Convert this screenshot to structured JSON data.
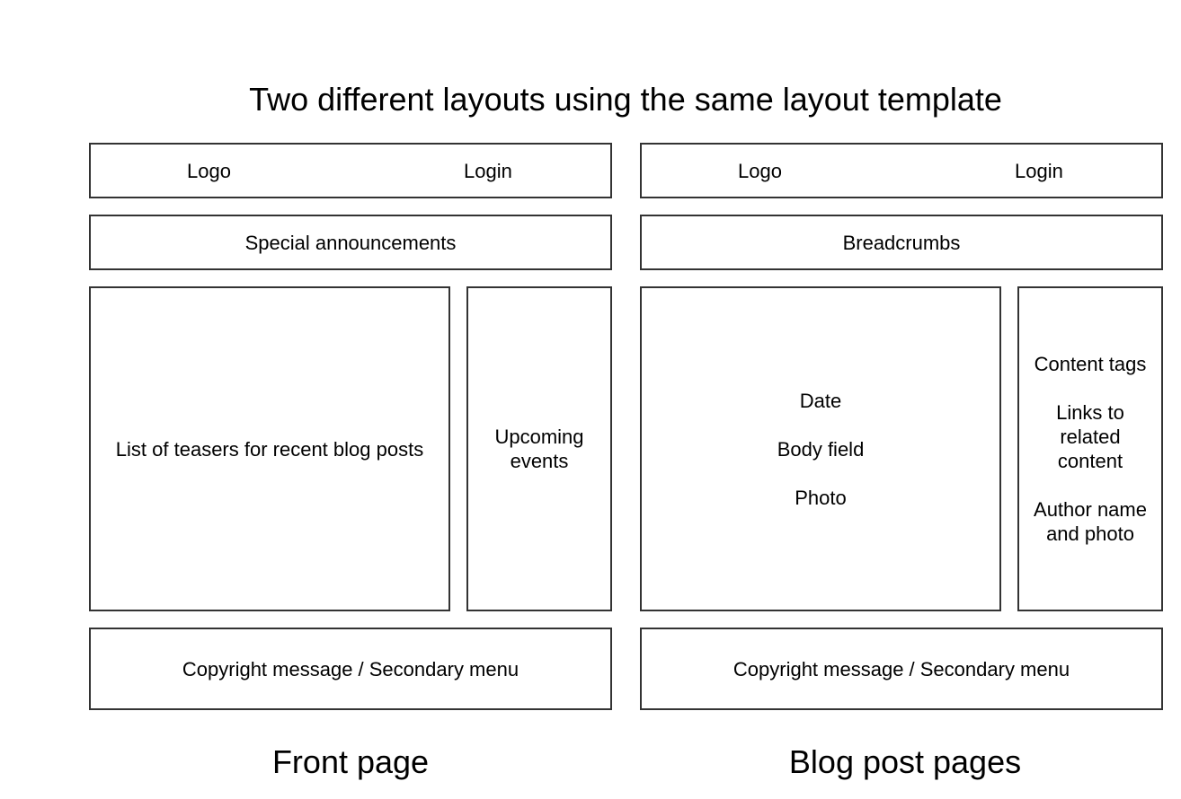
{
  "title": "Two different layouts using the same layout template",
  "front": {
    "header_logo": "Logo",
    "header_login": "Login",
    "announcements": "Special announcements",
    "main": "List of teasers for recent blog posts",
    "sidebar_line1": "Upcoming",
    "sidebar_line2": "events",
    "footer": "Copyright message / Secondary menu",
    "caption": "Front page"
  },
  "blog": {
    "header_logo": "Logo",
    "header_login": "Login",
    "breadcrumbs": "Breadcrumbs",
    "main_date": "Date",
    "main_body": "Body field",
    "main_photo": "Photo",
    "sidebar_tags": "Content tags",
    "sidebar_links_1": "Links to",
    "sidebar_links_2": "related",
    "sidebar_links_3": "content",
    "sidebar_author_1": "Author name",
    "sidebar_author_2": "and photo",
    "footer": "Copyright message / Secondary menu",
    "caption": "Blog post pages"
  }
}
